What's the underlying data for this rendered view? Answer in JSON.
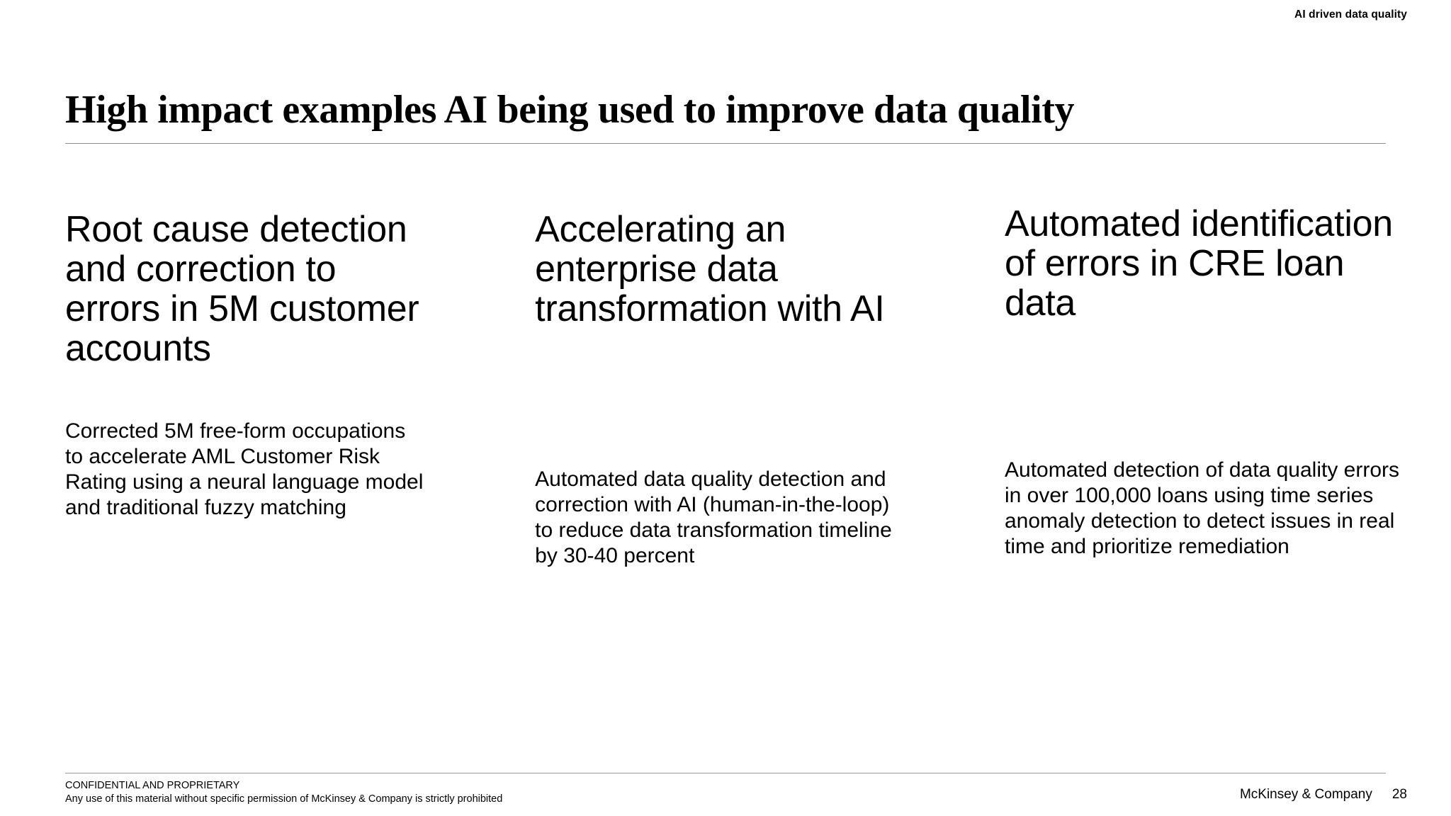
{
  "kicker": "AI driven data quality",
  "title": "High impact examples AI being used to improve data quality",
  "columns": [
    {
      "heading": "Root cause detection and correction to errors in 5M customer accounts",
      "body": "Corrected 5M free-form occupations to accelerate AML Customer Risk Rating using a neural language model and traditional fuzzy matching"
    },
    {
      "heading": "Accelerating an enterprise data transformation with AI",
      "body": "Automated data quality detection and correction with AI (human-in-the-loop) to reduce data transformation timeline by 30-40 percent"
    },
    {
      "heading": "Automated identification of errors in CRE loan data",
      "body": "Automated detection of data quality errors in over 100,000 loans using time series anomaly detection to detect issues in real time and prioritize remediation"
    }
  ],
  "footer": {
    "confidential_line": "CONFIDENTIAL AND PROPRIETARY",
    "permission_line": "Any use of this material without specific permission of McKinsey & Company is strictly prohibited",
    "brand": "McKinsey & Company",
    "page_number": "28"
  },
  "colors": {
    "text": "#000000",
    "background": "#ffffff",
    "rule": "#8c8c8c"
  }
}
